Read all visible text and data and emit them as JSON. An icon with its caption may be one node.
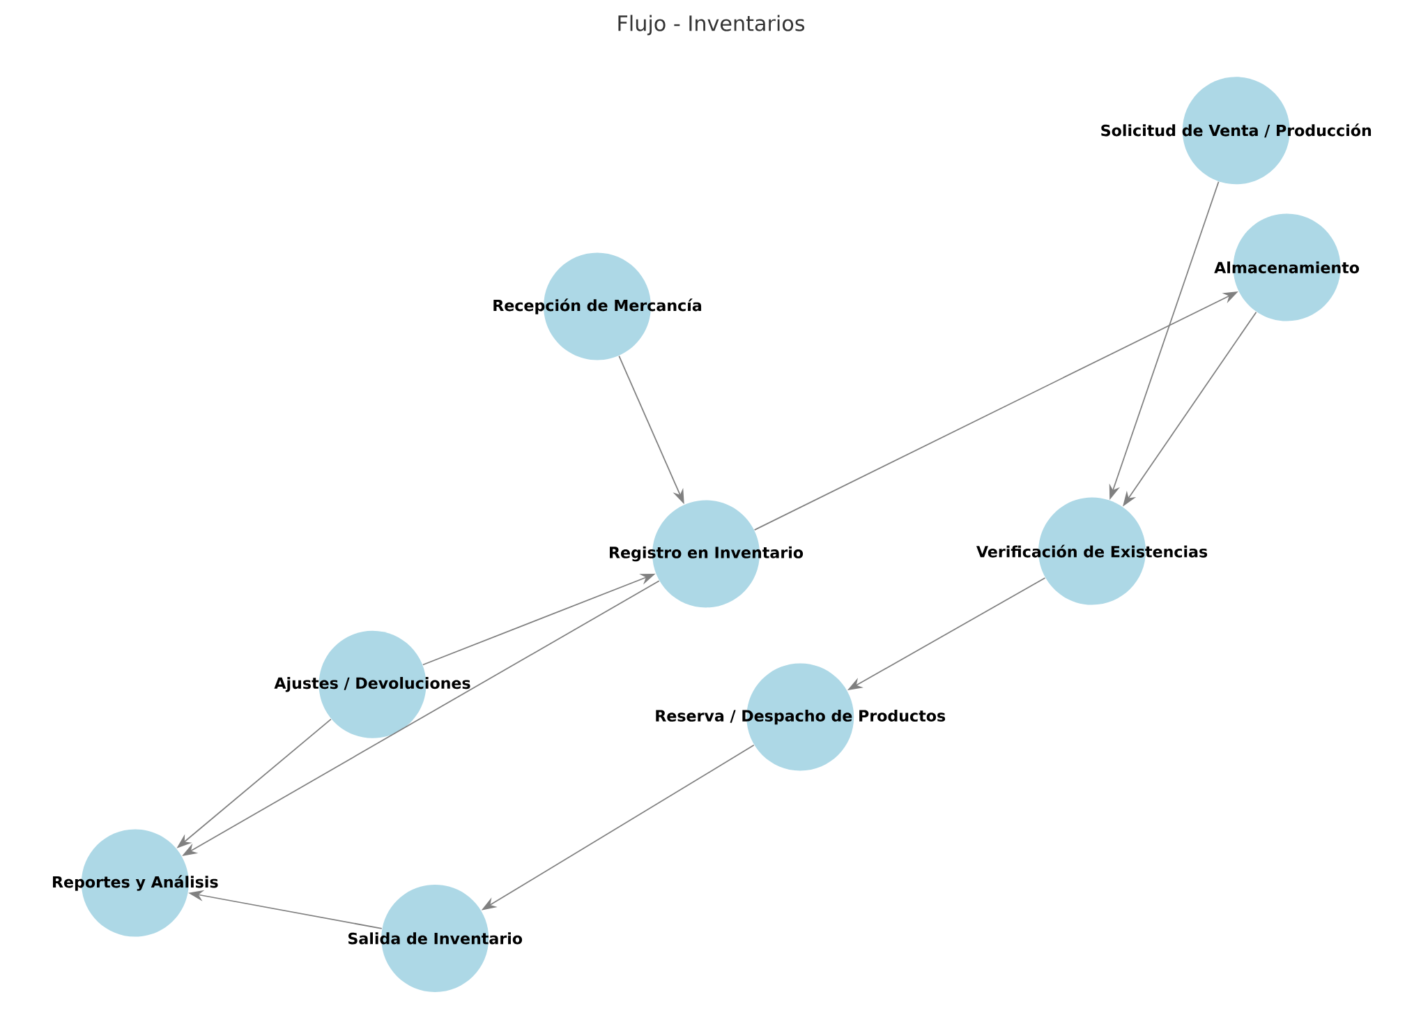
{
  "diagram": {
    "title": "Flujo - Inventarios",
    "nodes": [
      {
        "text": [
          "Recepción de Mercancía"
        ]
      },
      {
        "text": [
          "Registro en Inventario"
        ]
      },
      {
        "text": [
          "Almacenamiento"
        ]
      },
      {
        "text": [
          "Solicitud de Venta / Producción"
        ]
      },
      {
        "text": [
          "Verificación de Existencias"
        ]
      },
      {
        "text": [
          "Reserva / Despacho de Productos"
        ]
      },
      {
        "text": [
          "Salida de Inventario"
        ]
      },
      {
        "text": [
          "Ajustes / Devoluciones"
        ]
      },
      {
        "text": [
          "Reportes y Análisis"
        ]
      }
    ],
    "edges": [
      {
        "from": 0,
        "to": 1,
        "arrow": "to"
      },
      {
        "from": 1,
        "to": 2,
        "arrow": "to"
      },
      {
        "from": 3,
        "to": 4,
        "arrow": "to"
      },
      {
        "from": 2,
        "to": 4,
        "arrow": "to"
      },
      {
        "from": 4,
        "to": 5,
        "arrow": "to"
      },
      {
        "from": 5,
        "to": 6,
        "arrow": "to"
      },
      {
        "from": 6,
        "to": 8,
        "arrow": "to"
      },
      {
        "from": 7,
        "to": 1,
        "arrow": "to"
      },
      {
        "from": 7,
        "to": 8,
        "arrow": "to"
      },
      {
        "from": 1,
        "to": 8,
        "arrow": "to"
      }
    ]
  }
}
